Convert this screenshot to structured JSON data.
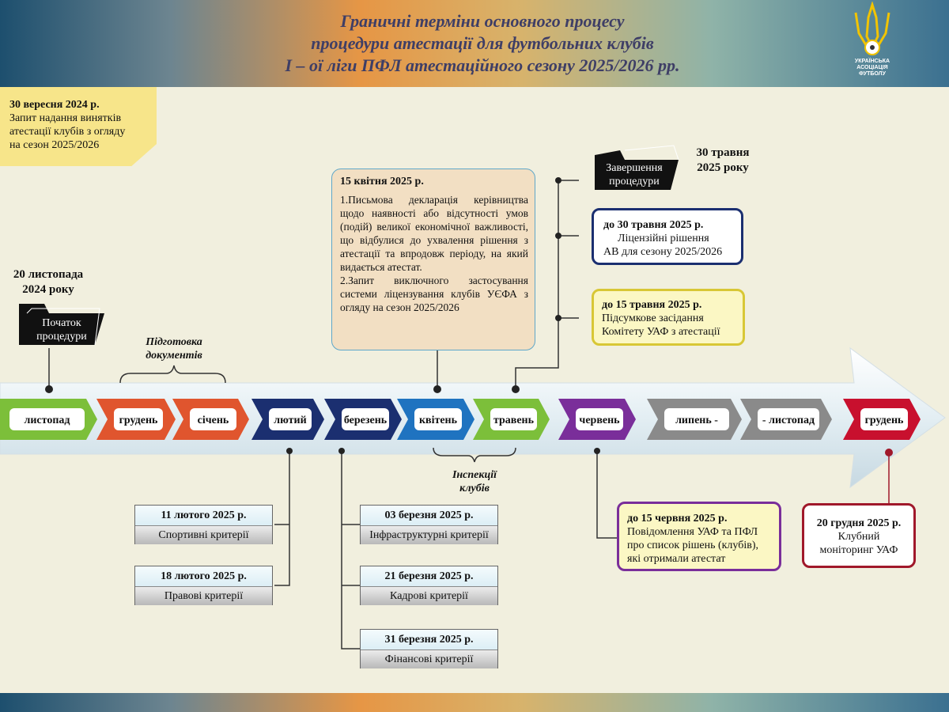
{
  "header": {
    "title_line1": "Граничні терміни основного процесу",
    "title_line2": "процедури атестації для футбольних клубів",
    "title_line3": "І – ої ліги ПФЛ атестаційного сезону 2025/2026 рр.",
    "logo_text": [
      "УКРАЇНСЬКА",
      "АСОЦІАЦІЯ",
      "ФУТБОЛУ"
    ]
  },
  "top_left_note": {
    "date": "30 вересня 2024 р.",
    "text": [
      "Запит надання винятків",
      "атестації клубів з огляду",
      "на сезон 2025/2026"
    ]
  },
  "start": {
    "date_line1": "20 листопада",
    "date_line2": "2024 року",
    "folder_line1": "Початок",
    "folder_line2": "процедури"
  },
  "prep_label": [
    "Підготовка",
    "документів"
  ],
  "inspection_label": [
    "Інспекції",
    "клубів"
  ],
  "april_box": {
    "date": "15 квітня 2025 р.",
    "items": [
      "1.Письмова декларація керівництва щодо наявності або відсутності умов (подій) великої економічної важливості, що відбулися до ухвалення рішення з атестації та впродовж періоду, на який видається атестат.",
      "2.Запит виключного застосування системи ліцензування клубів УЄФА з огляду на сезон 2025/2026"
    ]
  },
  "end": {
    "folder_line1": "Завершення",
    "folder_line2": "процедури",
    "date_line1": "30 травня",
    "date_line2": "2025 року"
  },
  "may30_box": {
    "date": "до 30 травня 2025 р.",
    "line1": "Ліцензійні рішення",
    "line2": "АВ для сезону 2025/2026"
  },
  "may15_box": {
    "date": "до 15 травня 2025 р.",
    "line1": "Підсумкове засідання",
    "line2": "Комітету УАФ з атестації"
  },
  "june_box": {
    "date": "до 15 червня 2025 р.",
    "lines": [
      "Повідомлення УАФ та ПФЛ",
      "про список рішень (клубів),",
      "які отримали атестат"
    ]
  },
  "dec_box": {
    "date": "20 грудня 2025 р.",
    "line1": "Клубний",
    "line2": "моніторинг УАФ"
  },
  "months": [
    {
      "label": "листопад",
      "color": "#7cbf3a"
    },
    {
      "label": "грудень",
      "color": "#e0552e"
    },
    {
      "label": "січень",
      "color": "#e0552e"
    },
    {
      "label": "лютий",
      "color": "#1b2f70"
    },
    {
      "label": "березень",
      "color": "#1b2f70"
    },
    {
      "label": "квітень",
      "color": "#1f73c0"
    },
    {
      "label": "травень",
      "color": "#7cbf3a"
    },
    {
      "label": "червень",
      "color": "#7a2e9a"
    },
    {
      "label": "липень -",
      "color": "#8a8a8a"
    },
    {
      "label": "- листопад",
      "color": "#8a8a8a"
    },
    {
      "label": "грудень",
      "color": "#c8102e"
    }
  ],
  "criteria": [
    {
      "date": "11 лютого 2025 р.",
      "name": "Спортивні критерії"
    },
    {
      "date": "18 лютого 2025 р.",
      "name": "Правові критерії"
    },
    {
      "date": "03 березня 2025 р.",
      "name": "Інфраструктурні критерії"
    },
    {
      "date": "21 березня 2025 р.",
      "name": "Кадрові критерії"
    },
    {
      "date": "31 березня 2025 р.",
      "name": "Фінансові критерії"
    }
  ]
}
